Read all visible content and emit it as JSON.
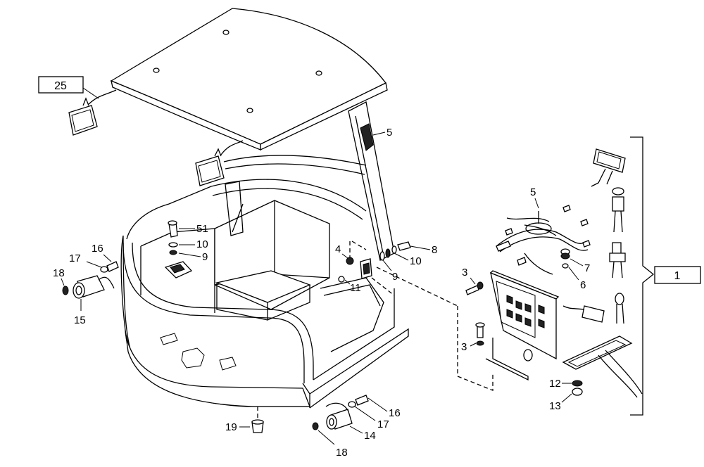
{
  "callouts": {
    "c25": "25",
    "c5_top": "5",
    "c5_harness": "5",
    "c51": "51",
    "c10_left": "10",
    "c9_left": "9",
    "c4": "4",
    "c8": "8",
    "c10_right": "10",
    "c9_right": "9",
    "c11": "11",
    "c3_top": "3",
    "c3_bottom": "3",
    "c7": "7",
    "c6": "6",
    "c1": "1",
    "c16_left": "16",
    "c17_left": "17",
    "c18_left": "18",
    "c15": "15",
    "c12": "12",
    "c13": "13",
    "c16_bottom": "16",
    "c17_bottom": "17",
    "c14": "14",
    "c18_bottom": "18",
    "c19": "19"
  }
}
